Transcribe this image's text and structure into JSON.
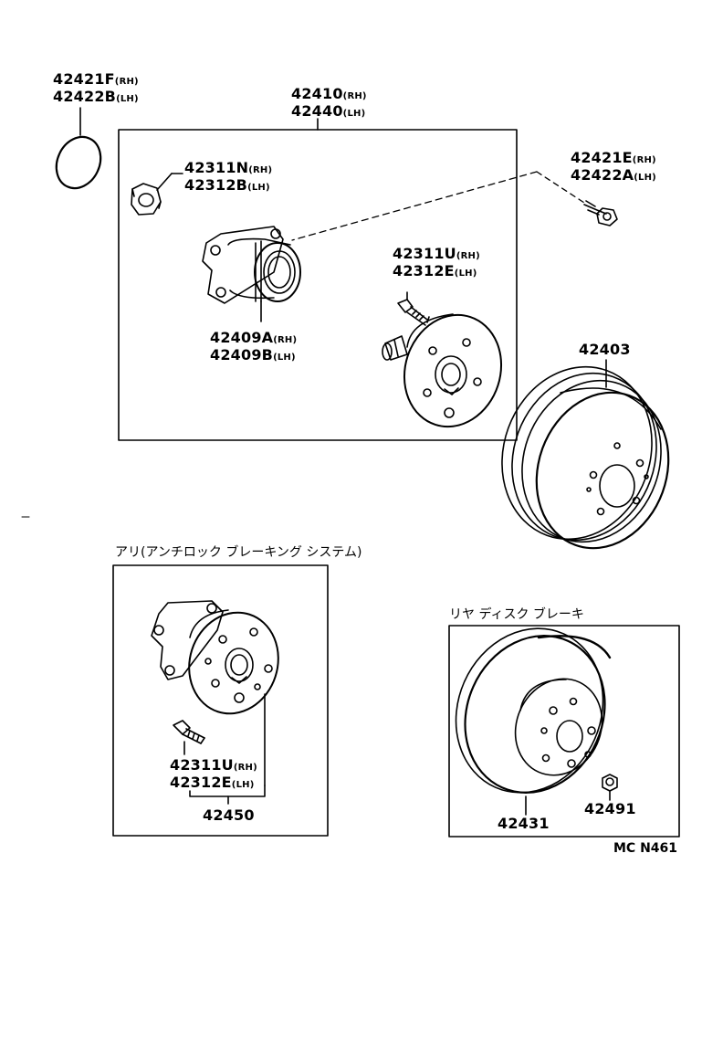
{
  "parts": {
    "oring": {
      "line1": {
        "num": "42421F",
        "sfx": "(RH)"
      },
      "line2": {
        "num": "42422B",
        "sfx": "(LH)"
      }
    },
    "hub_assy": {
      "line1": {
        "num": "42410",
        "sfx": "(RH)"
      },
      "line2": {
        "num": "42440",
        "sfx": "(LH)"
      }
    },
    "nut": {
      "line1": {
        "num": "42311N",
        "sfx": "(RH)"
      },
      "line2": {
        "num": "42312B",
        "sfx": "(LH)"
      }
    },
    "bolt_top": {
      "line1": {
        "num": "42421E",
        "sfx": "(RH)"
      },
      "line2": {
        "num": "42422A",
        "sfx": "(LH)"
      }
    },
    "hub_bolt": {
      "line1": {
        "num": "42311U",
        "sfx": "(RH)"
      },
      "line2": {
        "num": "42312E",
        "sfx": "(LH)"
      }
    },
    "bearing": {
      "line1": {
        "num": "42409A",
        "sfx": "(RH)"
      },
      "line2": {
        "num": "42409B",
        "sfx": "(LH)"
      }
    },
    "drum": {
      "num": "42403"
    },
    "abs_bolt": {
      "line1": {
        "num": "42311U",
        "sfx": "(RH)"
      },
      "line2": {
        "num": "42312E",
        "sfx": "(LH)"
      }
    },
    "abs_assy": {
      "num": "42450"
    },
    "disc": {
      "num": "42431"
    },
    "disc_nut": {
      "num": "42491"
    }
  },
  "captions": {
    "abs": "アリ(アンチロック ブレーキング システム)",
    "disc": "リヤ ディスク ブレーキ"
  },
  "diagram_code": "MC N461"
}
